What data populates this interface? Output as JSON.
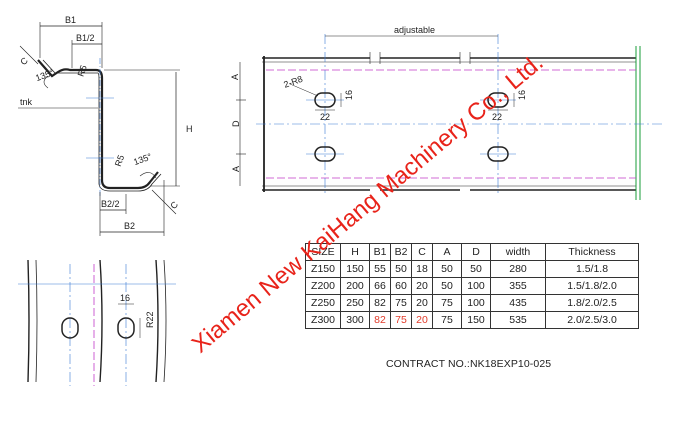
{
  "profile": {
    "b1": "B1",
    "b1_half": "B1/2",
    "b2": "B2",
    "b2_half": "B2/2",
    "c_top": "C",
    "c_bottom": "C",
    "angle_top": "135°",
    "angle_bottom": "135°",
    "radius_top": "R5",
    "radius_bottom": "R5",
    "h": "H",
    "thickness": "tnk"
  },
  "plan": {
    "adjustable": "adjustable",
    "slot_radius": "2-R8",
    "slot_width": "22",
    "slot_height": "16",
    "a_top": "A",
    "d_mid": "D",
    "a_bottom": "A"
  },
  "detail": {
    "slot_length": "16",
    "slot_width": "R22"
  },
  "table": {
    "headers": [
      "SIZE",
      "H",
      "B1",
      "B2",
      "C",
      "A",
      "D",
      "width",
      "Thickness"
    ],
    "rows": [
      [
        "Z150",
        "150",
        "55",
        "50",
        "18",
        "50",
        "50",
        "280",
        "1.5/1.8"
      ],
      [
        "Z200",
        "200",
        "66",
        "60",
        "20",
        "50",
        "100",
        "355",
        "1.5/1.8/2.0"
      ],
      [
        "Z250",
        "250",
        "82",
        "75",
        "20",
        "75",
        "100",
        "435",
        "1.8/2.0/2.5"
      ],
      [
        "Z300",
        "300",
        "82",
        "75",
        "20",
        "75",
        "150",
        "535",
        "2.0/2.5/3.0"
      ]
    ],
    "highlight_color": "#e23b2a"
  },
  "contract": "CONTRACT NO.:NK18EXP10-025",
  "watermark": "Xiamen New KaiHang Machinery Co., Ltd."
}
